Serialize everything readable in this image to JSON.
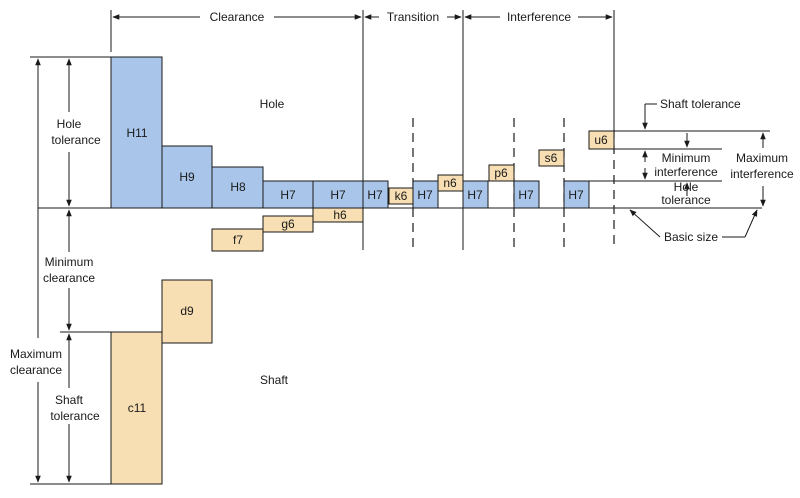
{
  "categories": {
    "clearance": "Clearance",
    "transition": "Transition",
    "interference": "Interference"
  },
  "regions": {
    "hole": "Hole",
    "shaft": "Shaft"
  },
  "left_labels": {
    "hole_tolerance_line1": "Hole",
    "hole_tolerance_line2": "tolerance",
    "minimum_clearance_line1": "Minimum",
    "minimum_clearance_line2": "clearance",
    "maximum_clearance_line1": "Maximum",
    "maximum_clearance_line2": "clearance",
    "shaft_tolerance_line1": "Shaft",
    "shaft_tolerance_line2": "tolerance"
  },
  "right_labels": {
    "shaft_tolerance": "Shaft tolerance",
    "minimum_interference_line1": "Minimum",
    "minimum_interference_line2": "interference",
    "maximum_interference_line1": "Maximum",
    "maximum_interference_line2": "interference",
    "hole_tolerance_line1": "Hole",
    "hole_tolerance_line2": "tolerance",
    "basic_size": "Basic size"
  },
  "hole_blocks": [
    {
      "label": "H11"
    },
    {
      "label": "H9"
    },
    {
      "label": "H8"
    },
    {
      "label": "H7"
    },
    {
      "label": "H7"
    },
    {
      "label": "H7"
    },
    {
      "label": "H7"
    },
    {
      "label": "H7"
    },
    {
      "label": "H7"
    },
    {
      "label": "H7"
    }
  ],
  "shaft_blocks": [
    {
      "label": "c11"
    },
    {
      "label": "d9"
    },
    {
      "label": "f7"
    },
    {
      "label": "g6"
    },
    {
      "label": "h6"
    },
    {
      "label": "k6"
    },
    {
      "label": "n6"
    },
    {
      "label": "p6"
    },
    {
      "label": "s6"
    },
    {
      "label": "u6"
    }
  ],
  "colors": {
    "hole_fill": "#a9c6ea",
    "shaft_fill": "#f7dfb3",
    "line": "#1a1a1a"
  }
}
